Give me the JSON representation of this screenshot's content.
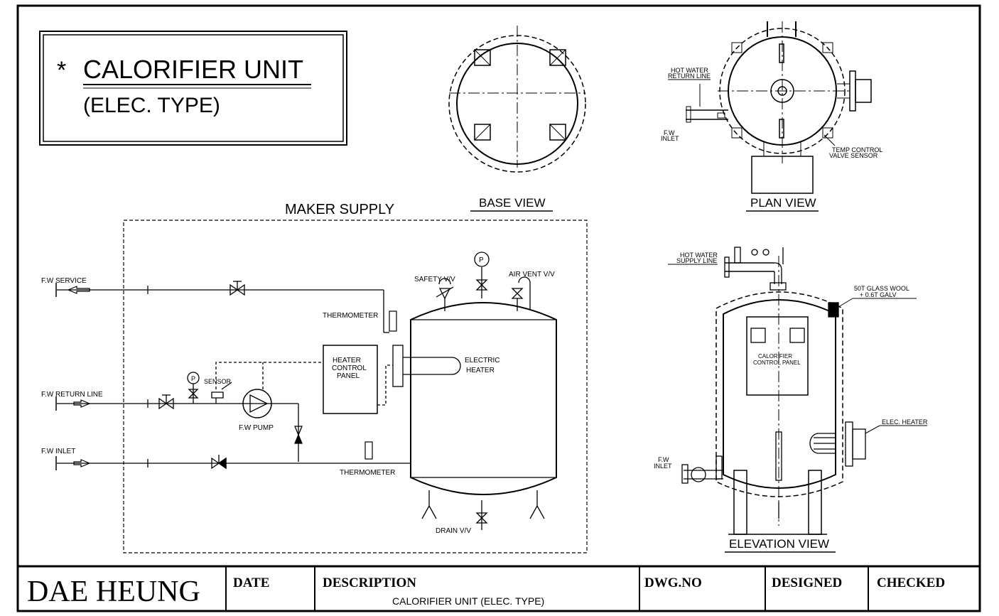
{
  "title": {
    "star": "*",
    "main": "CALORIFIER UNIT",
    "sub": "(ELEC. TYPE)"
  },
  "views": {
    "maker_supply": "MAKER SUPPLY",
    "base_view": "BASE VIEW",
    "plan_view": "PLAN VIEW",
    "elevation_view": "ELEVATION VIEW"
  },
  "schematic_labels": {
    "fw_service": "F.W SERVICE",
    "fw_return_line": "F.W RETURN LINE",
    "fw_inlet": "F.W INLET",
    "thermometer_top": "THERMOMETER",
    "thermometer_bottom": "THERMOMETER",
    "safety_vv": "SAFETY V/V",
    "air_vent_vv": "AIR VENT V/V",
    "drain_vv": "DRAIN V/V",
    "heater_control_panel_1": "HEATER",
    "heater_control_panel_2": "CONTROL",
    "heater_control_panel_3": "PANEL",
    "electric_heater_1": "ELECTRIC",
    "electric_heater_2": "HEATER",
    "sensor": "SENSOR",
    "fw_pump": "F.W PUMP",
    "gauge_p": "P"
  },
  "plan_labels": {
    "hot_water_return_1": "HOT WATER",
    "hot_water_return_2": "RETURN LINE",
    "fw_inlet_1": "F.W",
    "fw_inlet_2": "INLET",
    "temp_control_1": "TEMP CONTROL",
    "temp_control_2": "VALVE SENSOR"
  },
  "elevation_labels": {
    "hot_water_supply_1": "HOT WATER",
    "hot_water_supply_2": "SUPPLY LINE",
    "glass_wool_1": "50T GLASS WOOL",
    "glass_wool_2": "+ 0.6T GALV",
    "calorifier_panel_1": "CALORIFIER",
    "calorifier_panel_2": "CONTROL PANEL",
    "elec_heater": "ELEC. HEATER",
    "fw_inlet_1": "F.W",
    "fw_inlet_2": "INLET"
  },
  "title_block": {
    "company": "DAE  HEUNG",
    "date": "DATE",
    "description": "DESCRIPTION",
    "description_value": "CALORIFIER UNIT (ELEC. TYPE)",
    "dwg_no": "DWG.NO",
    "designed": "DESIGNED",
    "checked": "CHECKED"
  }
}
